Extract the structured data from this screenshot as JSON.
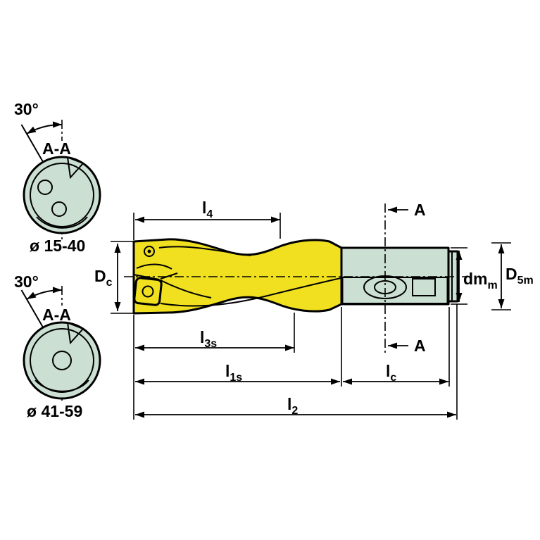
{
  "colors": {
    "yellow": "#f0e020",
    "green": "#cbdfd3",
    "hole_grey": "#8a8a8a",
    "center_hole": "#eef5f0",
    "background": "#ffffff"
  },
  "sections": [
    {
      "angle": "30°",
      "view": "A-A",
      "dia": "ø 15-40"
    },
    {
      "angle": "30°",
      "view": "A-A",
      "dia": "ø 41-59"
    }
  ],
  "dims": {
    "l4": {
      "base": "l",
      "sub": "4"
    },
    "l3s": {
      "base": "l",
      "sub": "3s"
    },
    "l1s": {
      "base": "l",
      "sub": "1s"
    },
    "lc": {
      "base": "l",
      "sub": "c"
    },
    "l2": {
      "base": "l",
      "sub": "2"
    },
    "Dc": {
      "base": "D",
      "sub": "c"
    },
    "dmm": {
      "base": "dm",
      "sub": "m"
    },
    "D5m": {
      "base": "D",
      "sub": "5m"
    },
    "section_marker": "A"
  }
}
